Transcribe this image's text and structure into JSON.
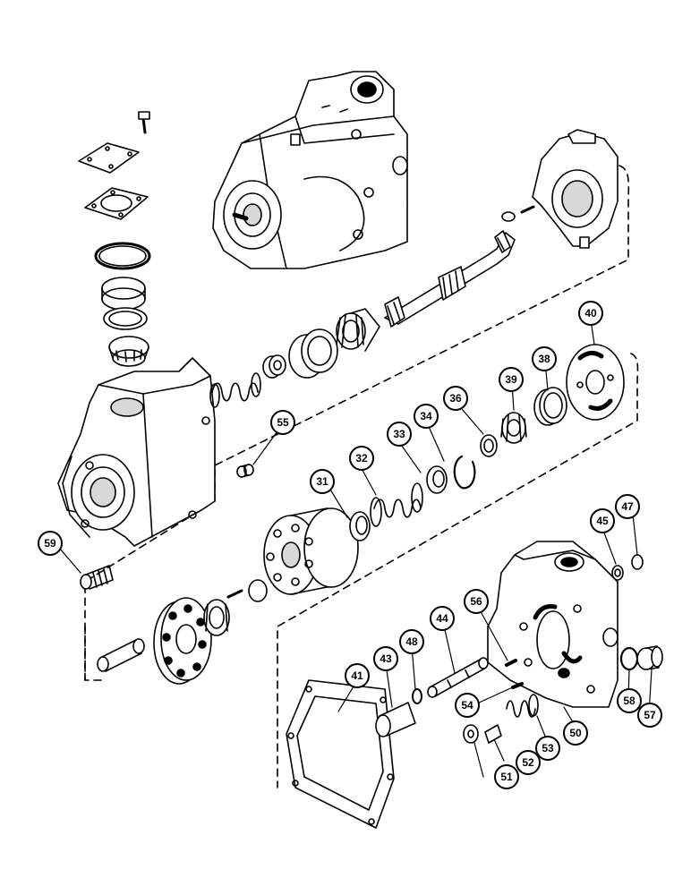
{
  "diagram": {
    "callouts": [
      {
        "id": "c31",
        "label": "31"
      },
      {
        "id": "c32",
        "label": "32"
      },
      {
        "id": "c33",
        "label": "33"
      },
      {
        "id": "c34",
        "label": "34"
      },
      {
        "id": "c36",
        "label": "36"
      },
      {
        "id": "c38",
        "label": "38"
      },
      {
        "id": "c39",
        "label": "39"
      },
      {
        "id": "c40",
        "label": "40"
      },
      {
        "id": "c41",
        "label": "41"
      },
      {
        "id": "c43",
        "label": "43"
      },
      {
        "id": "c44",
        "label": "44"
      },
      {
        "id": "c45",
        "label": "45"
      },
      {
        "id": "c47",
        "label": "47"
      },
      {
        "id": "c48",
        "label": "48"
      },
      {
        "id": "c50",
        "label": "50"
      },
      {
        "id": "c51",
        "label": "51"
      },
      {
        "id": "c52",
        "label": "52"
      },
      {
        "id": "c53",
        "label": "53"
      },
      {
        "id": "c54",
        "label": "54"
      },
      {
        "id": "c55",
        "label": "55"
      },
      {
        "id": "c56",
        "label": "56"
      },
      {
        "id": "c57",
        "label": "57"
      },
      {
        "id": "c58",
        "label": "58"
      },
      {
        "id": "c59",
        "label": "59"
      }
    ],
    "colors": {
      "ink": "#000000",
      "paper": "#ffffff",
      "shade": "#d8d8d8"
    }
  }
}
